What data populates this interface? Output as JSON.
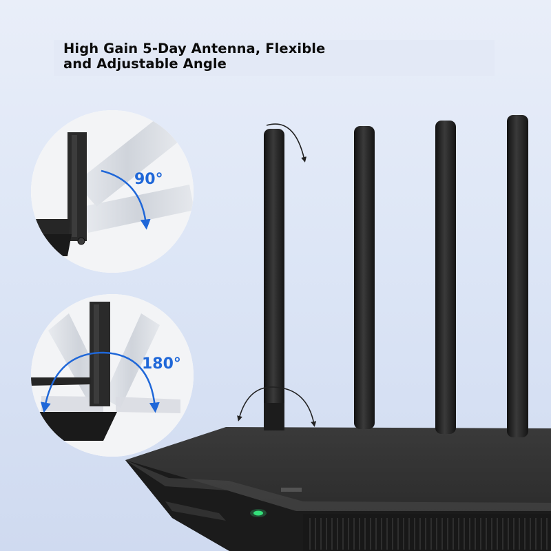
{
  "headline": {
    "line1": "High Gain 5-Day Antenna, Flexible",
    "line2": " and Adjustable Angle"
  },
  "callouts": [
    {
      "label": "90°"
    },
    {
      "label": "180°"
    }
  ],
  "colors": {
    "background": "#dde6f6",
    "router_body": "#232323",
    "antenna": "#262626",
    "accent_blue": "#1f67d8",
    "status_led": "#35e07a"
  },
  "icons": [
    "rotation-arrow-icon",
    "status-led-icon"
  ]
}
